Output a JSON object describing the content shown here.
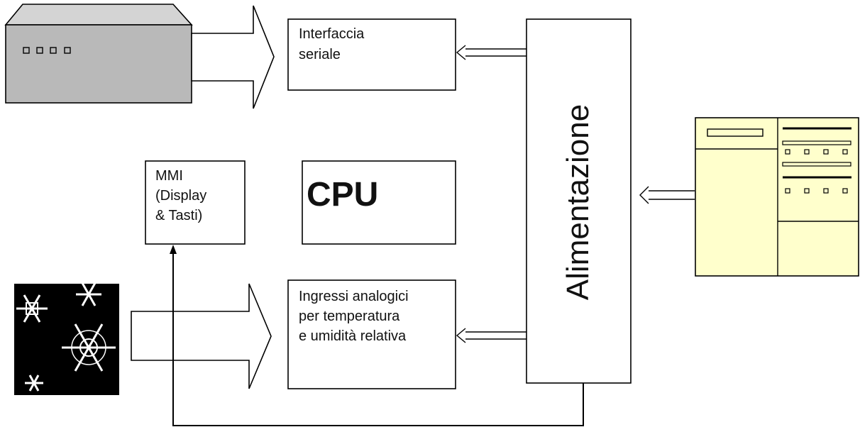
{
  "blocks": {
    "serial_interface": [
      "Interfaccia",
      "seriale"
    ],
    "analog_inputs": [
      "Ingressi analogici",
      "per temperatura",
      "e umidità relativa"
    ],
    "mmi": [
      "MMI",
      "(Display",
      "& Tasti)"
    ],
    "cpu": "CPU",
    "power_supply": "Alimentazione"
  },
  "colors": {
    "device_fill": "#b9b9b9",
    "cabinet_fill": "#ffffcc",
    "line": "#000000",
    "background": "#ffffff"
  },
  "icons": {
    "serial_device": "serial-device-icon",
    "snowflakes": "snowflakes-icon",
    "electrical_cabinet": "electrical-cabinet-icon"
  }
}
